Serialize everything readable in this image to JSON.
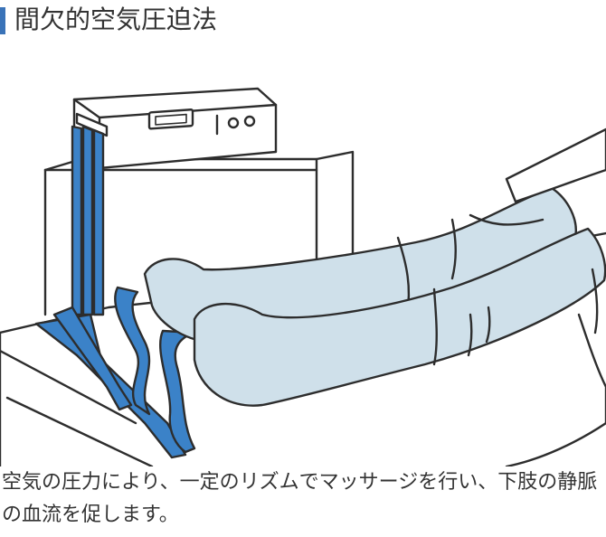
{
  "title": "間欠的空気圧迫法",
  "caption": "空気の圧力により、一定のリズムでマッサージを行い、下肢の静脈の血流を促します。",
  "colors": {
    "accent": "#3a73b8",
    "tube_blue": "#3b82c8",
    "sleeve_fill": "#cfe0ea",
    "outline": "#2d2d2d",
    "text": "#333333"
  },
  "icons": [
    "pump-device",
    "air-tube",
    "leg-sleeve",
    "bed"
  ]
}
